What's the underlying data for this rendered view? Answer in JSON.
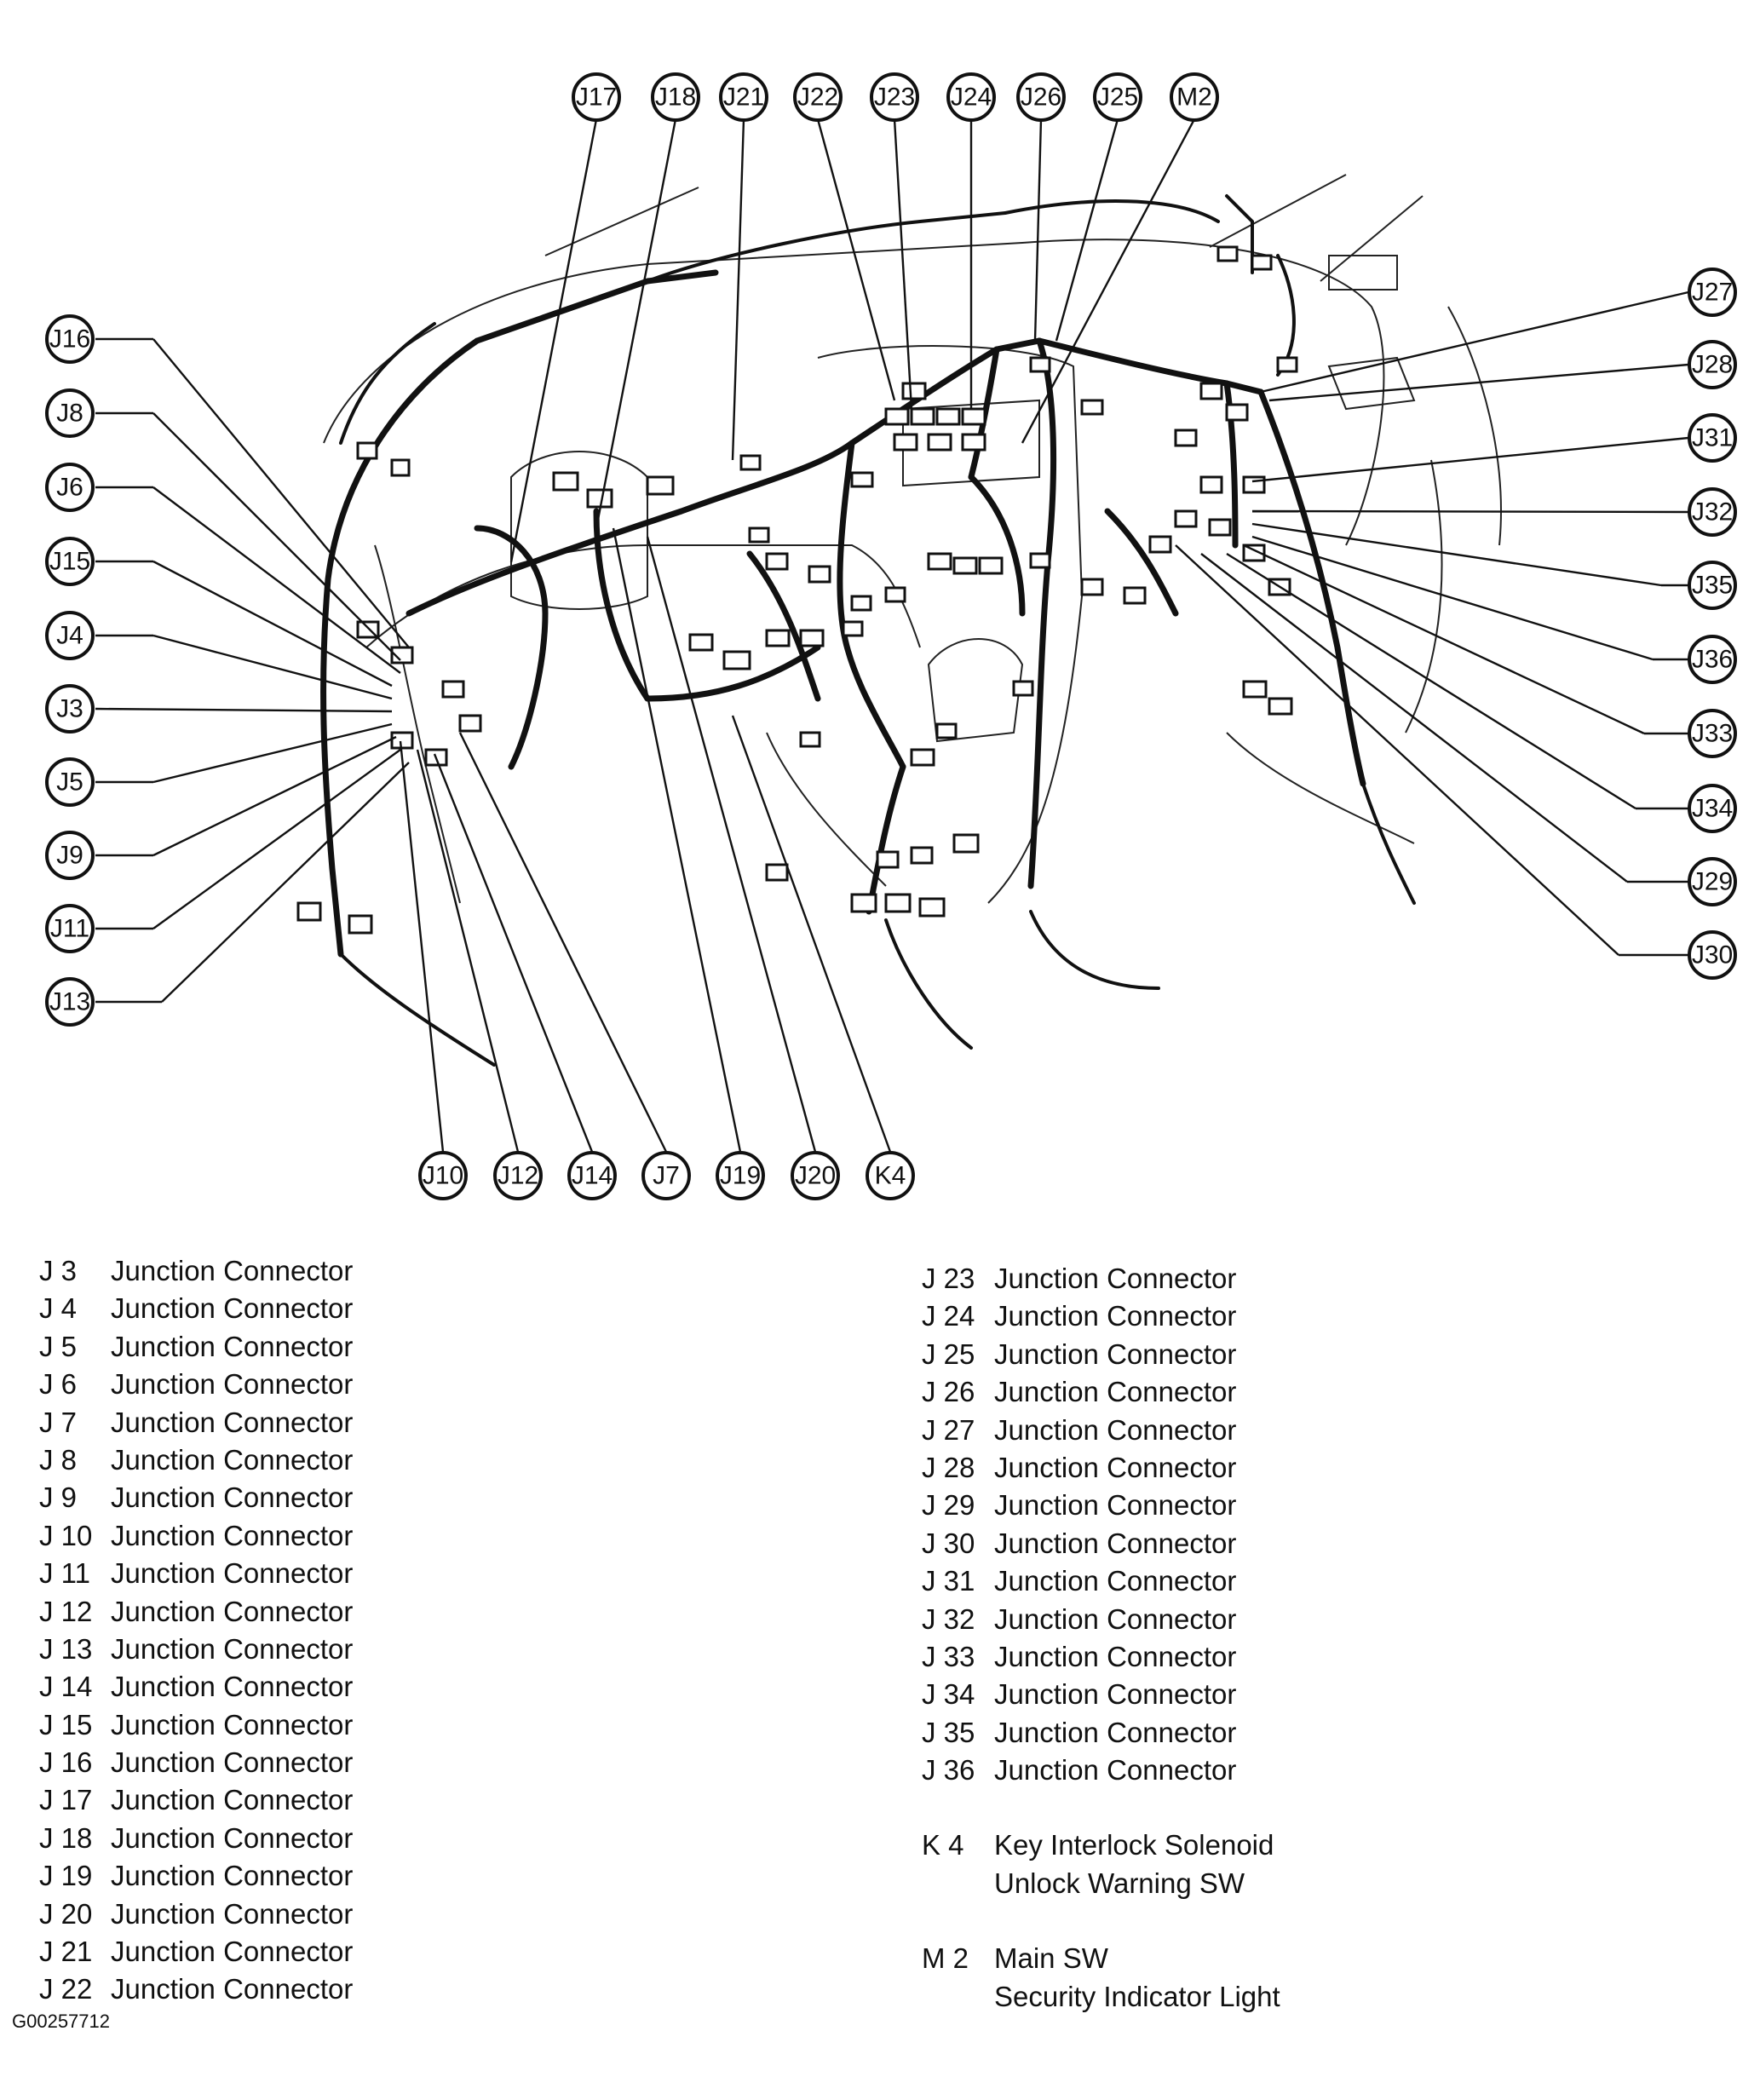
{
  "callouts": {
    "top": [
      "J17",
      "J18",
      "J21",
      "J22",
      "J23",
      "J24",
      "J26",
      "J25",
      "M2"
    ],
    "left": [
      "J16",
      "J8",
      "J6",
      "J15",
      "J4",
      "J3",
      "J5",
      "J9",
      "J11",
      "J13"
    ],
    "right": [
      "J27",
      "J28",
      "J31",
      "J32",
      "J35",
      "J36",
      "J33",
      "J34",
      "J29",
      "J30"
    ],
    "bottom": [
      "J10",
      "J12",
      "J14",
      "J7",
      "J19",
      "J20",
      "K4"
    ]
  },
  "legend_left": [
    {
      "code": "J  3",
      "desc": "Junction Connector"
    },
    {
      "code": "J  4",
      "desc": "Junction Connector"
    },
    {
      "code": "J  5",
      "desc": "Junction Connector"
    },
    {
      "code": "J  6",
      "desc": "Junction Connector"
    },
    {
      "code": "J  7",
      "desc": "Junction Connector"
    },
    {
      "code": "J  8",
      "desc": "Junction Connector"
    },
    {
      "code": "J  9",
      "desc": "Junction Connector"
    },
    {
      "code": "J 10",
      "desc": "Junction Connector"
    },
    {
      "code": "J 11",
      "desc": "Junction Connector"
    },
    {
      "code": "J 12",
      "desc": "Junction Connector"
    },
    {
      "code": "J 13",
      "desc": "Junction Connector"
    },
    {
      "code": "J 14",
      "desc": "Junction Connector"
    },
    {
      "code": "J 15",
      "desc": "Junction Connector"
    },
    {
      "code": "J 16",
      "desc": "Junction Connector"
    },
    {
      "code": "J 17",
      "desc": "Junction Connector"
    },
    {
      "code": "J 18",
      "desc": "Junction Connector"
    },
    {
      "code": "J 19",
      "desc": "Junction Connector"
    },
    {
      "code": "J 20",
      "desc": "Junction Connector"
    },
    {
      "code": "J 21",
      "desc": "Junction Connector"
    },
    {
      "code": "J 22",
      "desc": "Junction Connector"
    }
  ],
  "legend_right": [
    {
      "code": "J 23",
      "desc": "Junction Connector"
    },
    {
      "code": "J 24",
      "desc": "Junction Connector"
    },
    {
      "code": "J 25",
      "desc": "Junction Connector"
    },
    {
      "code": "J 26",
      "desc": "Junction Connector"
    },
    {
      "code": "J 27",
      "desc": "Junction Connector"
    },
    {
      "code": "J 28",
      "desc": "Junction Connector"
    },
    {
      "code": "J 29",
      "desc": "Junction Connector"
    },
    {
      "code": "J 30",
      "desc": "Junction Connector"
    },
    {
      "code": "J 31",
      "desc": "Junction Connector"
    },
    {
      "code": "J 32",
      "desc": "Junction Connector"
    },
    {
      "code": "J 33",
      "desc": "Junction Connector"
    },
    {
      "code": "J 34",
      "desc": "Junction Connector"
    },
    {
      "code": "J 35",
      "desc": "Junction Connector"
    },
    {
      "code": "J 36",
      "desc": "Junction Connector"
    }
  ],
  "legend_special": [
    {
      "code": "K  4",
      "desc": "Key Interlock Solenoid\nUnlock Warning SW"
    },
    {
      "code": "M  2",
      "desc": "Main SW\nSecurity Indicator Light"
    }
  ],
  "figure_id": "G00257712"
}
